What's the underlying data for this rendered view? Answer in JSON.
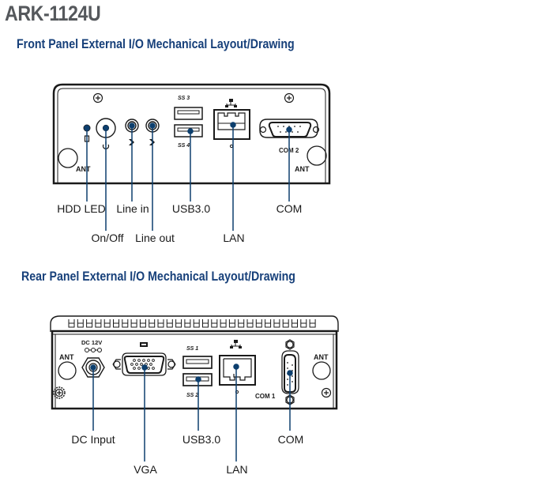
{
  "product_title": "ARK-1124U",
  "front": {
    "section_title": "Front Panel External I/O Mechanical Layout/Drawing",
    "panel_marks": {
      "usb_top": "SS 3",
      "usb_bottom": "SS 4",
      "com_port": "COM 2",
      "ant_left": "ANT",
      "ant_right": "ANT"
    },
    "callouts": {
      "hdd_led": "HDD LED",
      "on_off": "On/Off",
      "line_in": "Line in",
      "line_out": "Line out",
      "usb": "USB3.0",
      "lan": "LAN",
      "com": "COM"
    }
  },
  "rear": {
    "section_title": "Rear Panel External I/O Mechanical Layout/Drawing",
    "panel_marks": {
      "dc_label": "DC 12V",
      "usb_top": "SS 1",
      "usb_bottom": "SS 2",
      "com_port": "COM 1",
      "ant_left": "ANT",
      "ant_right": "ANT"
    },
    "callouts": {
      "dc_input": "DC Input",
      "vga": "VGA",
      "usb": "USB3.0",
      "lan": "LAN",
      "com": "COM"
    }
  },
  "colors": {
    "title_gray": "#55585c",
    "section_blue": "#17407a",
    "leader_blue": "#0d3f6e"
  }
}
